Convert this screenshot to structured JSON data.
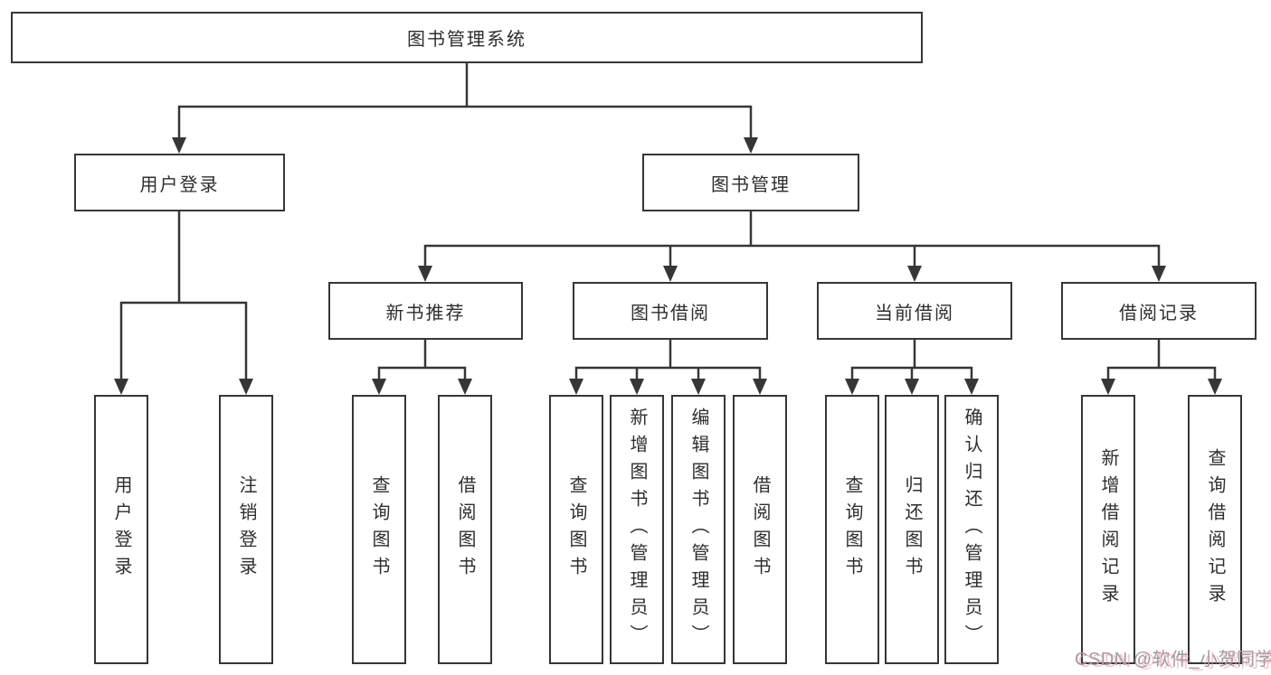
{
  "colors": {
    "line": "#363636",
    "box_border": "#363636",
    "label_text": "#2e2e2e",
    "watermark_text": "#9e9e9e",
    "watermark_accent": "#f68caa",
    "background": "#ffffff"
  },
  "diagram": {
    "root": {
      "label": "图书管理系统"
    },
    "branches": [
      {
        "label": "用户登录",
        "children": [
          {
            "label": "用户登录"
          },
          {
            "label": "注销登录"
          }
        ]
      },
      {
        "label": "图书管理",
        "sections": [
          {
            "label": "新书推荐",
            "children": [
              {
                "label": "查询图书"
              },
              {
                "label": "借阅图书"
              }
            ]
          },
          {
            "label": "图书借阅",
            "children": [
              {
                "label": "查询图书"
              },
              {
                "label": "新增图书（管理员）"
              },
              {
                "label": "编辑图书（管理员）"
              },
              {
                "label": "借阅图书"
              }
            ]
          },
          {
            "label": "当前借阅",
            "children": [
              {
                "label": "查询图书"
              },
              {
                "label": "归还图书"
              },
              {
                "label": "确认归还（管理员）"
              }
            ]
          },
          {
            "label": "借阅记录",
            "children": [
              {
                "label": "新增借阅记录"
              },
              {
                "label": "查询借阅记录"
              }
            ]
          }
        ]
      }
    ]
  },
  "watermark": {
    "text": "CSDN @软件_小贺同学"
  }
}
